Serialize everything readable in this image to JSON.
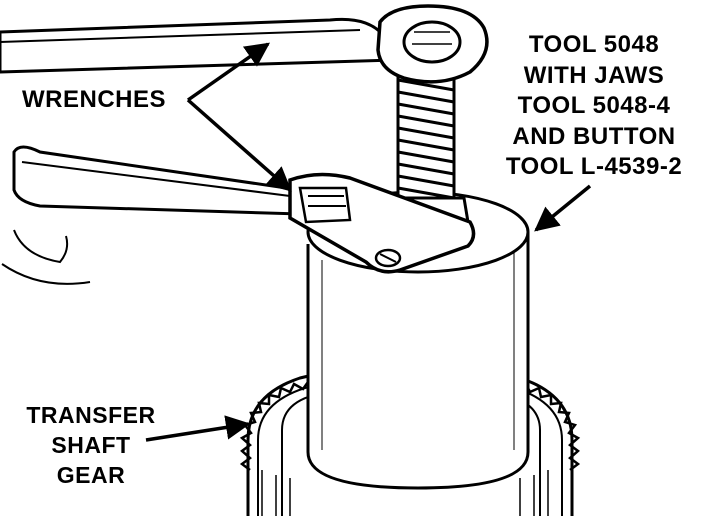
{
  "labels": {
    "wrenches": "WRENCHES",
    "tool": [
      "TOOL 5048",
      "WITH JAWS",
      "TOOL 5048-4",
      "AND BUTTON",
      "TOOL L-4539-2"
    ],
    "gear": [
      "TRANSFER",
      "SHAFT",
      "GEAR"
    ]
  },
  "colors": {
    "ink": "#000000",
    "paper": "#ffffff"
  }
}
